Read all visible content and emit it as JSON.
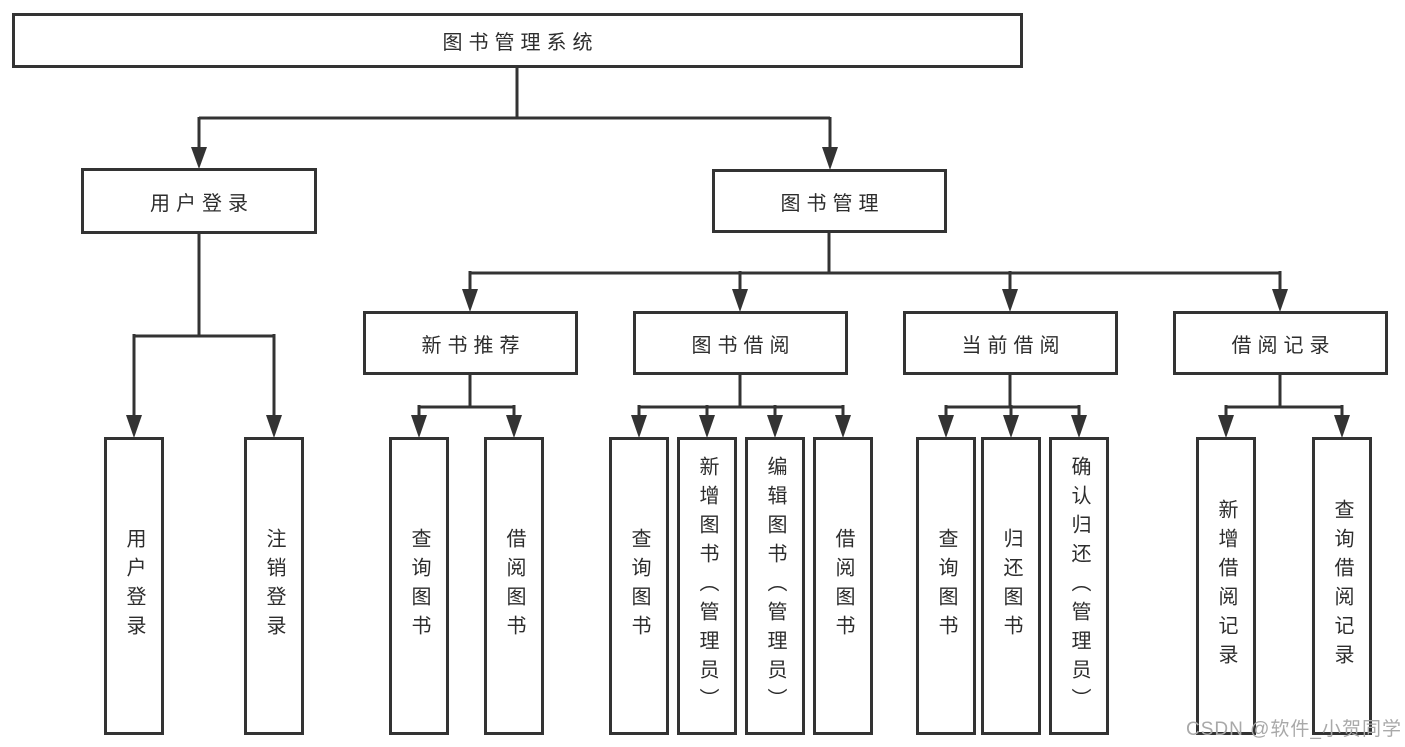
{
  "tree": {
    "root": {
      "label": "图书管理系统"
    },
    "branches": [
      {
        "label": "用户登录",
        "children": [
          {
            "label": "用户登录"
          },
          {
            "label": "注销登录"
          }
        ]
      },
      {
        "label": "图书管理",
        "children": [
          {
            "label": "新书推荐",
            "children": [
              {
                "label": "查询图书"
              },
              {
                "label": "借阅图书"
              }
            ]
          },
          {
            "label": "图书借阅",
            "children": [
              {
                "label": "查询图书"
              },
              {
                "label": "新增图书（管理员）"
              },
              {
                "label": "编辑图书（管理员）"
              },
              {
                "label": "借阅图书"
              }
            ]
          },
          {
            "label": "当前借阅",
            "children": [
              {
                "label": "查询图书"
              },
              {
                "label": "归还图书"
              },
              {
                "label": "确认归还（管理员）"
              }
            ]
          },
          {
            "label": "借阅记录",
            "children": [
              {
                "label": "新增借阅记录"
              },
              {
                "label": "查询借阅记录"
              }
            ]
          }
        ]
      }
    ]
  },
  "watermark": {
    "text": "CSDN @软件_小贺同学"
  },
  "colors": {
    "line": "#333333",
    "text": "#2d2d2d",
    "watermark": "#a9a9a9",
    "background": "#ffffff"
  }
}
